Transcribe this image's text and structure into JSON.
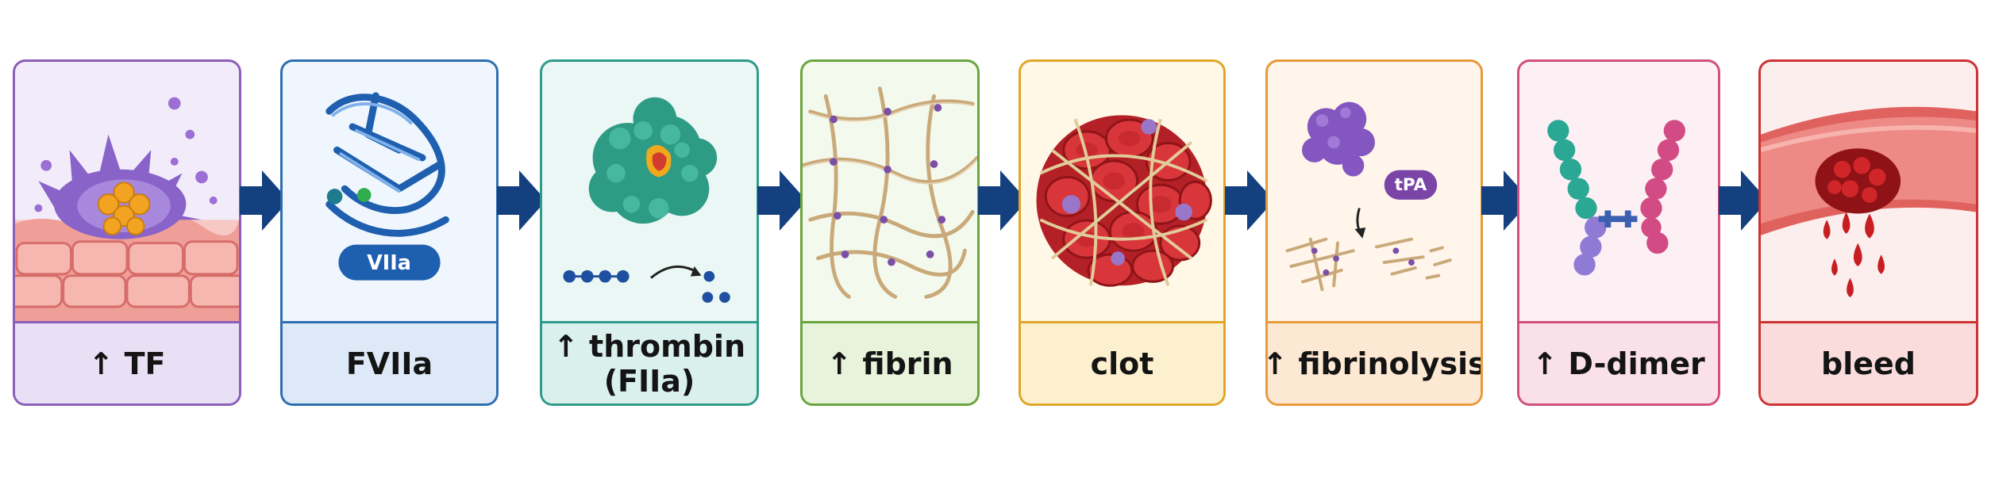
{
  "steps": [
    {
      "label": "↑ TF",
      "border": "#8b5fb8",
      "fill": "#f2ecfa",
      "labelbar": "#e9e0f5"
    },
    {
      "label": "FVIIa",
      "badge": "VIIa",
      "border": "#2e6fb0",
      "fill": "#eff6fd",
      "labelbar": "#dde9f7"
    },
    {
      "label_line1": "↑ thrombin",
      "label_line2": "(FIIa)",
      "border": "#2f9b8c",
      "fill": "#eaf7f4",
      "labelbar": "#d9f0ec"
    },
    {
      "label": "↑ fibrin",
      "border": "#6aa63f",
      "fill": "#f3f9ec",
      "labelbar": "#e7f3da"
    },
    {
      "label": "clot",
      "border": "#e0a62a",
      "fill": "#fff8e6",
      "labelbar": "#fdf0cf"
    },
    {
      "label": "↑ fibrinolysis",
      "badge": "tPA",
      "border": "#e79a3c",
      "fill": "#fff5ea",
      "labelbar": "#fde9d3"
    },
    {
      "label": "↑ D-dimer",
      "border": "#d14f7e",
      "fill": "#fdf0f4",
      "labelbar": "#f9e0e9"
    },
    {
      "label": "bleed",
      "border": "#cc3434",
      "fill": "#fdeeee",
      "labelbar": "#fadcdc"
    }
  ],
  "arrow_color": "#14407f"
}
